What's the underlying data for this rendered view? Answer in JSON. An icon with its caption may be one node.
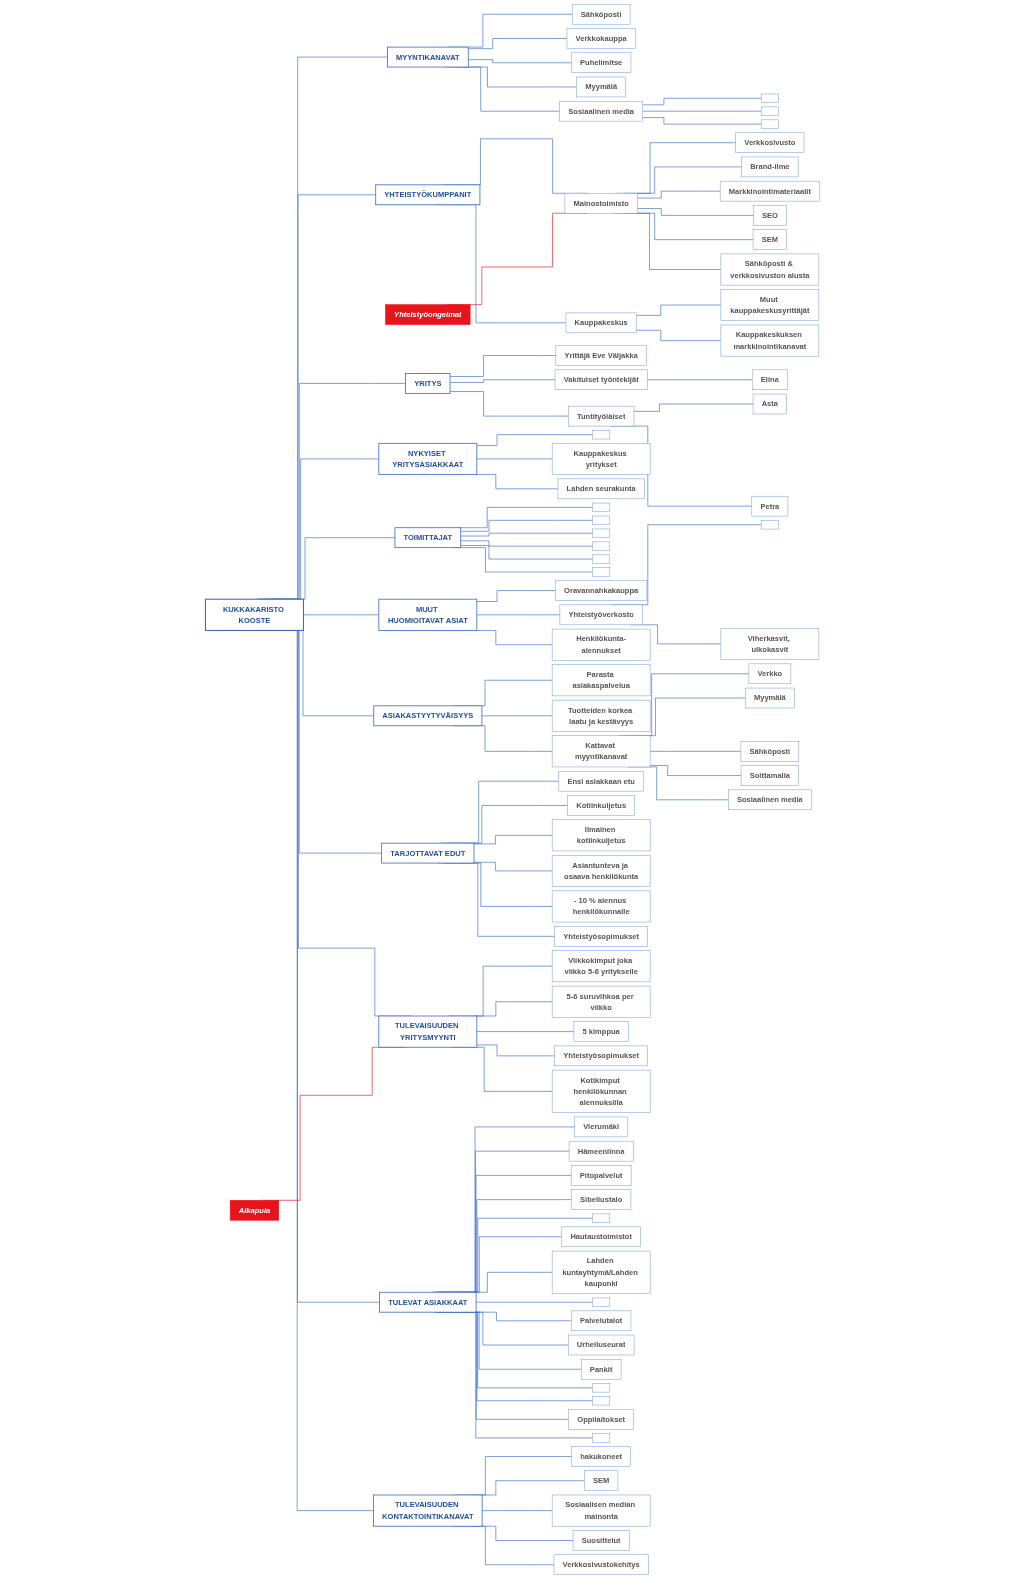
{
  "diagram": {
    "nodes": [
      {
        "text": [
          "KUKKAKARISTO KOOSTE"
        ]
      },
      {
        "text": [
          "MYYNTIKANAVAT"
        ]
      },
      {
        "text": [
          "Sähköposti"
        ]
      },
      {
        "text": [
          "Verkkokauppa"
        ]
      },
      {
        "text": [
          "Puhelimitse"
        ]
      },
      {
        "text": [
          "Myymälä"
        ]
      },
      {
        "text": [
          "Sosiaalinen media"
        ]
      },
      {
        "text": [],
        "shape": "box"
      },
      {
        "text": [],
        "shape": "box"
      },
      {
        "text": [],
        "shape": "box"
      },
      {
        "text": [
          "YHTEISTYÖKUMPPANIT"
        ]
      },
      {
        "text": [
          "Mainostoimisto"
        ]
      },
      {
        "text": [
          "Verkkosivusto"
        ]
      },
      {
        "text": [
          "Brand-ilme"
        ]
      },
      {
        "text": [
          "Markkinointimateriaalit"
        ]
      },
      {
        "text": [
          "SEO"
        ]
      },
      {
        "text": [
          "SEM"
        ]
      },
      {
        "text": [
          "Sähköposti & verkkosivuston alusta"
        ]
      },
      {
        "text": [
          "Kauppakeskus"
        ]
      },
      {
        "text": [
          "Muut kauppakeskusyrittäjät"
        ]
      },
      {
        "text": [
          "Kauppakeskuksen markkinointikanavat"
        ]
      },
      {
        "text": [
          "YRITYS"
        ]
      },
      {
        "text": [
          "Yrittäjä Eve Väljakka"
        ]
      },
      {
        "text": [
          "Vakituiset työntekijät"
        ]
      },
      {
        "text": [
          "Elina"
        ]
      },
      {
        "text": [
          "Tuntityöläiset"
        ]
      },
      {
        "text": [
          "Asta"
        ]
      },
      {
        "text": [
          "Petra"
        ]
      },
      {
        "text": [
          "NYKYISET YRITYSASIAKKAAT"
        ]
      },
      {
        "text": [],
        "shape": "box"
      },
      {
        "text": [
          "Kauppakeskus yritykset"
        ]
      },
      {
        "text": [
          "Lahden seurakunta"
        ]
      },
      {
        "text": [
          "TOIMITTAJAT"
        ]
      },
      {
        "text": [],
        "shape": "box"
      },
      {
        "text": [],
        "shape": "box"
      },
      {
        "text": [],
        "shape": "box"
      },
      {
        "text": [],
        "shape": "box"
      },
      {
        "text": [],
        "shape": "box"
      },
      {
        "text": [],
        "shape": "box"
      },
      {
        "text": [
          "MUUT HUOMIOITAVAT ASIAT"
        ]
      },
      {
        "text": [
          "Oravannahkakauppa"
        ]
      },
      {
        "text": [
          "Yhteistyöverkosto"
        ]
      },
      {
        "text": [],
        "shape": "box"
      },
      {
        "text": [
          "Viherkasvit, ulkokasvit"
        ]
      },
      {
        "text": [
          "Henkilökunta-alennukset"
        ]
      },
      {
        "text": [
          "ASIAKASTYYTYVÄISYYS"
        ]
      },
      {
        "text": [
          "Parasta asiakaspalvelua"
        ]
      },
      {
        "text": [
          "Tuotteiden korkea laatu ja kestävyys"
        ]
      },
      {
        "text": [
          "Kattavat myyntikanavat"
        ]
      },
      {
        "text": [
          "Verkko"
        ]
      },
      {
        "text": [
          "Myymälä"
        ]
      },
      {
        "text": [
          "Sähköposti"
        ]
      },
      {
        "text": [
          "Soittamalla"
        ]
      },
      {
        "text": [
          "Sosiaalinen media"
        ]
      },
      {
        "text": [
          "TARJOTTAVAT EDUT"
        ]
      },
      {
        "text": [
          "Ensi asiakkaan etu"
        ]
      },
      {
        "text": [
          "Kotiinkuljetus"
        ]
      },
      {
        "text": [
          "Ilmainen kotiinkuljetus"
        ]
      },
      {
        "text": [
          "Asiantunteva ja osaava henkilökunta"
        ]
      },
      {
        "text": [
          "- 10 % alennus henkilökunnalle"
        ]
      },
      {
        "text": [
          "Yhteistyösopimukset"
        ]
      },
      {
        "text": [
          "TULEVAISUUDEN YRITYSMYYNTI"
        ]
      },
      {
        "text": [
          "Viikkokimput joka viikko 5-6 yritykselle"
        ]
      },
      {
        "text": [
          "5-6 suruvihkoa per viikko"
        ]
      },
      {
        "text": [
          "5 kimppua"
        ]
      },
      {
        "text": [
          "Yhteistyösopimukset"
        ]
      },
      {
        "text": [
          "Kotikimput henkilökunnan alennuksilla"
        ]
      },
      {
        "text": [
          "TULEVAT ASIAKKAAT"
        ]
      },
      {
        "text": [
          "Vierumäki"
        ]
      },
      {
        "text": [
          "Hämeenlinna"
        ]
      },
      {
        "text": [
          "Pitopalvelut"
        ]
      },
      {
        "text": [
          "Sibeliustalo"
        ]
      },
      {
        "text": [],
        "shape": "box"
      },
      {
        "text": [
          "Hautaustoimistot"
        ]
      },
      {
        "text": [
          "Lahden kuntayhtymä/Lahden kaupunki"
        ]
      },
      {
        "text": [],
        "shape": "box"
      },
      {
        "text": [
          "Palvelutalot"
        ]
      },
      {
        "text": [
          "Urheiluseurat"
        ]
      },
      {
        "text": [
          "Pankit"
        ]
      },
      {
        "text": [],
        "shape": "box"
      },
      {
        "text": [],
        "shape": "box"
      },
      {
        "text": [
          "Oppilaitokset"
        ]
      },
      {
        "text": [],
        "shape": "box"
      },
      {
        "text": [
          "TULEVAISUUDEN KONTAKTOINTIKANAVAT"
        ]
      },
      {
        "text": [
          "hakukoneet"
        ]
      },
      {
        "text": [
          "SEM"
        ]
      },
      {
        "text": [
          "Sosiaalisen median mainonta"
        ]
      },
      {
        "text": [
          "Suosittelut"
        ]
      },
      {
        "text": [
          "Verkkosivustokehitys"
        ]
      },
      {
        "text": [
          "Yhteistyöongelmat"
        ]
      },
      {
        "text": [
          "Aikapula"
        ]
      }
    ],
    "edges": [
      {
        "from": 0,
        "to": 1,
        "arrow": "none"
      },
      {
        "from": 1,
        "to": 2,
        "arrow": "none"
      },
      {
        "from": 1,
        "to": 3,
        "arrow": "none"
      },
      {
        "from": 1,
        "to": 4,
        "arrow": "none"
      },
      {
        "from": 1,
        "to": 5,
        "arrow": "none"
      },
      {
        "from": 1,
        "to": 6,
        "arrow": "none"
      },
      {
        "from": 6,
        "to": 7,
        "arrow": "none"
      },
      {
        "from": 6,
        "to": 8,
        "arrow": "none"
      },
      {
        "from": 6,
        "to": 9,
        "arrow": "none"
      },
      {
        "from": 0,
        "to": 10,
        "arrow": "none"
      },
      {
        "from": 10,
        "to": 11,
        "arrow": "none"
      },
      {
        "from": 11,
        "to": 12,
        "arrow": "none"
      },
      {
        "from": 11,
        "to": 13,
        "arrow": "none"
      },
      {
        "from": 11,
        "to": 14,
        "arrow": "none"
      },
      {
        "from": 11,
        "to": 15,
        "arrow": "none"
      },
      {
        "from": 11,
        "to": 16,
        "arrow": "none"
      },
      {
        "from": 11,
        "to": 17,
        "arrow": "none"
      },
      {
        "from": 10,
        "to": 18,
        "arrow": "none"
      },
      {
        "from": 18,
        "to": 19,
        "arrow": "none"
      },
      {
        "from": 18,
        "to": 20,
        "arrow": "none"
      },
      {
        "from": 0,
        "to": 21,
        "arrow": "none"
      },
      {
        "from": 21,
        "to": 22,
        "arrow": "none"
      },
      {
        "from": 21,
        "to": 23,
        "arrow": "none"
      },
      {
        "from": 23,
        "to": 24,
        "arrow": "none"
      },
      {
        "from": 21,
        "to": 25,
        "arrow": "none"
      },
      {
        "from": 25,
        "to": 26,
        "arrow": "none"
      },
      {
        "from": 25,
        "to": 27,
        "arrow": "none"
      },
      {
        "from": 0,
        "to": 28,
        "arrow": "none"
      },
      {
        "from": 28,
        "to": 29,
        "arrow": "none"
      },
      {
        "from": 28,
        "to": 30,
        "arrow": "none"
      },
      {
        "from": 28,
        "to": 31,
        "arrow": "none"
      },
      {
        "from": 0,
        "to": 32,
        "arrow": "none"
      },
      {
        "from": 32,
        "to": 33,
        "arrow": "none"
      },
      {
        "from": 32,
        "to": 34,
        "arrow": "none"
      },
      {
        "from": 32,
        "to": 35,
        "arrow": "none"
      },
      {
        "from": 32,
        "to": 36,
        "arrow": "none"
      },
      {
        "from": 32,
        "to": 37,
        "arrow": "none"
      },
      {
        "from": 32,
        "to": 38,
        "arrow": "none"
      },
      {
        "from": 0,
        "to": 39,
        "arrow": "none"
      },
      {
        "from": 39,
        "to": 40,
        "arrow": "none"
      },
      {
        "from": 39,
        "to": 41,
        "arrow": "none"
      },
      {
        "from": 41,
        "to": 42,
        "arrow": "none"
      },
      {
        "from": 41,
        "to": 43,
        "arrow": "none"
      },
      {
        "from": 39,
        "to": 44,
        "arrow": "none"
      },
      {
        "from": 0,
        "to": 45,
        "arrow": "none"
      },
      {
        "from": 45,
        "to": 46,
        "arrow": "none"
      },
      {
        "from": 45,
        "to": 47,
        "arrow": "none"
      },
      {
        "from": 45,
        "to": 48,
        "arrow": "none"
      },
      {
        "from": 48,
        "to": 49,
        "arrow": "none"
      },
      {
        "from": 48,
        "to": 50,
        "arrow": "none"
      },
      {
        "from": 48,
        "to": 51,
        "arrow": "none"
      },
      {
        "from": 48,
        "to": 52,
        "arrow": "none"
      },
      {
        "from": 48,
        "to": 53,
        "arrow": "none"
      },
      {
        "from": 0,
        "to": 54,
        "arrow": "none"
      },
      {
        "from": 54,
        "to": 55,
        "arrow": "none"
      },
      {
        "from": 54,
        "to": 56,
        "arrow": "none"
      },
      {
        "from": 54,
        "to": 57,
        "arrow": "none"
      },
      {
        "from": 54,
        "to": 58,
        "arrow": "none"
      },
      {
        "from": 54,
        "to": 59,
        "arrow": "none"
      },
      {
        "from": 54,
        "to": 60,
        "arrow": "none"
      },
      {
        "from": 0,
        "to": 61,
        "arrow": "none"
      },
      {
        "from": 61,
        "to": 62,
        "arrow": "none"
      },
      {
        "from": 61,
        "to": 63,
        "arrow": "none"
      },
      {
        "from": 61,
        "to": 64,
        "arrow": "none"
      },
      {
        "from": 61,
        "to": 65,
        "arrow": "none"
      },
      {
        "from": 61,
        "to": 66,
        "arrow": "none"
      },
      {
        "from": 0,
        "to": 67,
        "arrow": "none"
      },
      {
        "from": 67,
        "to": 68,
        "arrow": "none"
      },
      {
        "from": 67,
        "to": 69,
        "arrow": "none"
      },
      {
        "from": 67,
        "to": 70,
        "arrow": "none"
      },
      {
        "from": 67,
        "to": 71,
        "arrow": "none"
      },
      {
        "from": 67,
        "to": 72,
        "arrow": "none"
      },
      {
        "from": 67,
        "to": 73,
        "arrow": "none"
      },
      {
        "from": 67,
        "to": 74,
        "arrow": "none"
      },
      {
        "from": 67,
        "to": 75,
        "arrow": "none"
      },
      {
        "from": 67,
        "to": 76,
        "arrow": "none"
      },
      {
        "from": 67,
        "to": 77,
        "arrow": "none"
      },
      {
        "from": 67,
        "to": 78,
        "arrow": "none"
      },
      {
        "from": 67,
        "to": 79,
        "arrow": "none"
      },
      {
        "from": 67,
        "to": 80,
        "arrow": "none"
      },
      {
        "from": 67,
        "to": 81,
        "arrow": "none"
      },
      {
        "from": 67,
        "to": 82,
        "arrow": "none"
      },
      {
        "from": 0,
        "to": 83,
        "arrow": "none"
      },
      {
        "from": 83,
        "to": 84,
        "arrow": "none"
      },
      {
        "from": 83,
        "to": 85,
        "arrow": "none"
      },
      {
        "from": 83,
        "to": 86,
        "arrow": "none"
      },
      {
        "from": 83,
        "to": 87,
        "arrow": "none"
      },
      {
        "from": 83,
        "to": 88,
        "arrow": "none"
      },
      {
        "from": 89,
        "to": 11,
        "arrow": "none",
        "color": "#e8141c"
      },
      {
        "from": 90,
        "to": 61,
        "arrow": "none",
        "color": "#e8141c"
      }
    ]
  }
}
